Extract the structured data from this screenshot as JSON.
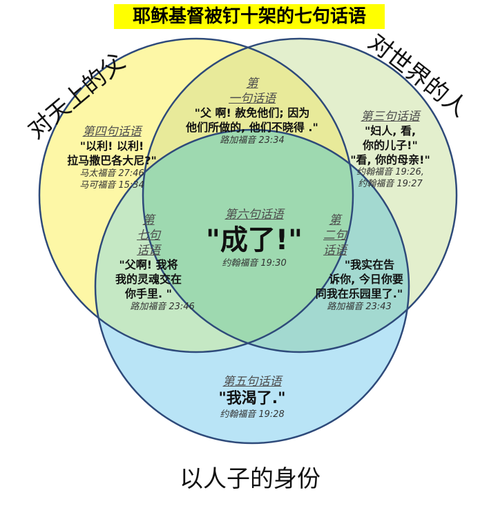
{
  "title": "耶稣基督被钉十架的七句话语",
  "groups": {
    "father": "对天上的父",
    "world": "对世界的人",
    "son_of_man": "以人子的身份"
  },
  "words": {
    "first": {
      "label_line1": "第",
      "label_line2": "一句话语",
      "quote_line1": "\"父 啊! 赦免他们; 因为",
      "quote_line2": "他们所做的, 他们不晓得 .\"",
      "ref": "路加福音 23:34"
    },
    "second": {
      "label_line1": "第",
      "label_line2": "二句",
      "label_line3": "话语",
      "quote_line1": "\"我实在告",
      "quote_line2": "诉你, 今日你要",
      "quote_line3": "同我在乐园里了.\"",
      "ref": "路加福音 23:43"
    },
    "third": {
      "label": "第三句话语",
      "quote_line1": "\"妇人, 看,",
      "quote_line2": "你的儿子!\"",
      "quote_line3": "\"看, 你的母亲!\"",
      "ref_line1": "约翰福音 19:26,",
      "ref_line2": "约翰福音 19:27"
    },
    "fourth": {
      "label": "第四句话语",
      "quote_line1": "\"以利! 以利!",
      "quote_line2": "拉马撒巴各大尼?\"",
      "ref_line1": "马太福音 27:46",
      "ref_line2": "马可福音 15:34"
    },
    "fifth": {
      "label": "第五句话语",
      "quote": "\"我渴了.\"",
      "ref": "约翰福音 19:28"
    },
    "sixth": {
      "label": "第六句话语",
      "quote": "\"成了!\"",
      "ref": "约翰福音 19:30"
    },
    "seventh": {
      "label_line1": "第",
      "label_line2": "七句",
      "label_line3": "话语",
      "quote_line1": "\"父啊! 我将",
      "quote_line2": "我的灵魂交在",
      "quote_line3": "你手里. \"",
      "ref": "路加福音 23:46"
    }
  },
  "colors": {
    "circle_father": "#fdf7a6",
    "circle_world": "#e3efcd",
    "circle_son": "#b9e4f6",
    "overlap_father_world": "#e8ea9a",
    "overlap_father_son": "#c5e8c4",
    "overlap_world_son": "#a3d9d0",
    "overlap_center": "#9ed9b0",
    "outline": "#2e4a7a",
    "title_bg": "#ffff00"
  }
}
